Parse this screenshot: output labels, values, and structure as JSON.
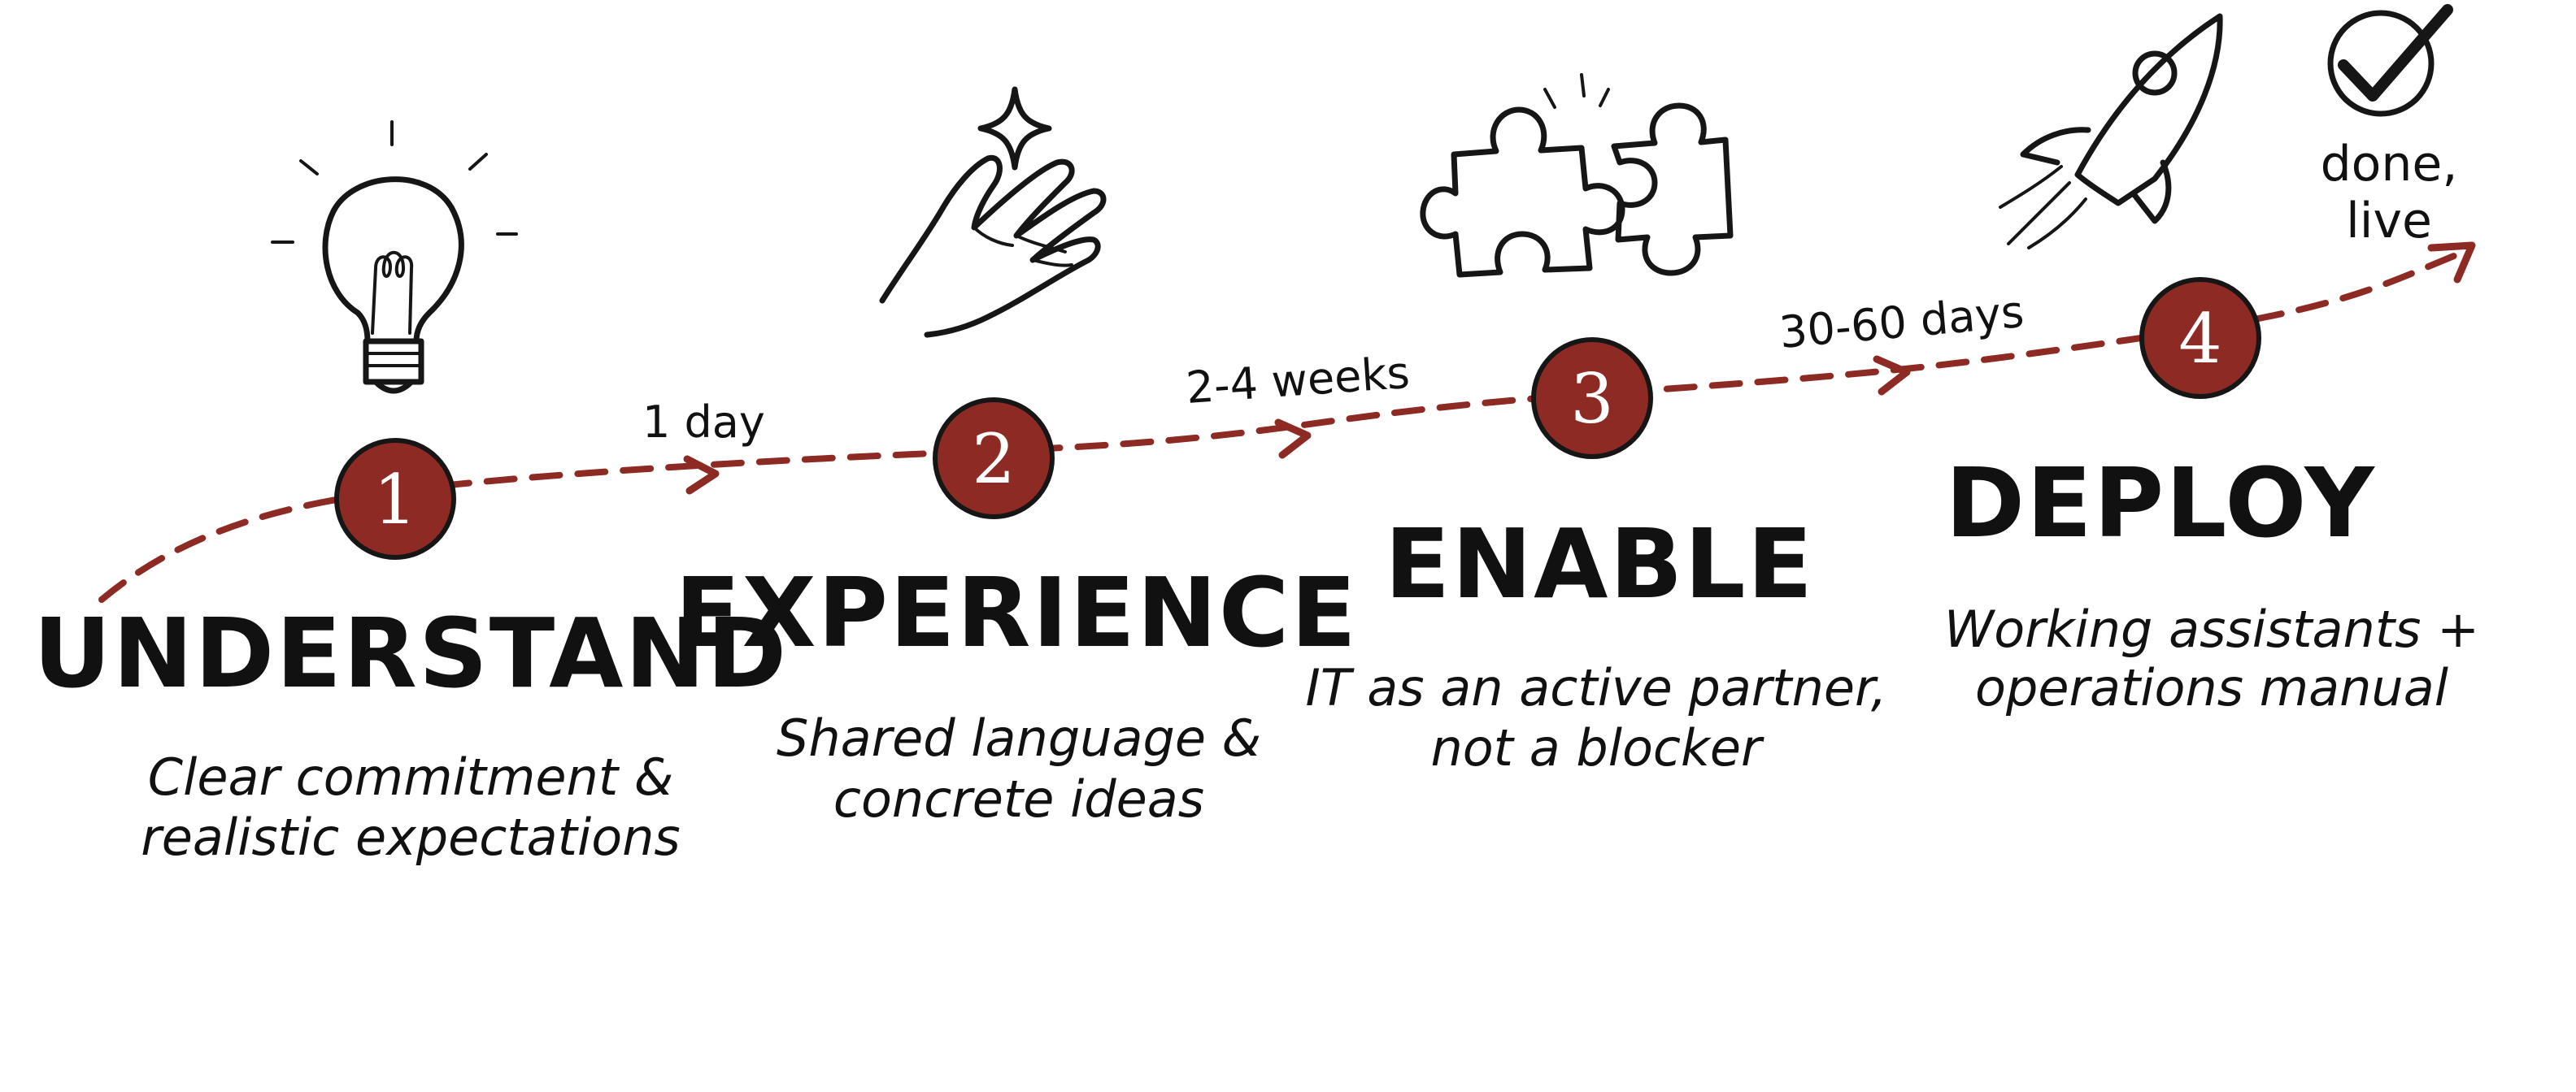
{
  "accent_color": "#8e2a24",
  "ink_color": "#161616",
  "steps": [
    {
      "number": "1",
      "title": "UNDERSTAND",
      "desc_line1": "Clear commitment &",
      "desc_line2": "realistic expectations",
      "icon": "lightbulb-icon"
    },
    {
      "number": "2",
      "title": "EXPERIENCE",
      "desc_line1": "Shared language &",
      "desc_line2": "concrete ideas",
      "icon": "hand-sparkle-icon"
    },
    {
      "number": "3",
      "title": "ENABLE",
      "desc_line1": "IT as an active partner,",
      "desc_line2": "not a blocker",
      "icon": "puzzle-pieces-icon"
    },
    {
      "number": "4",
      "title": "DEPLOY",
      "desc_line1": "Working assistants +",
      "desc_line2": "operations manual",
      "icon": "rocket-icon"
    }
  ],
  "durations": [
    "1 day",
    "2-4 weeks",
    "30-60 days"
  ],
  "end_marker": {
    "line1": "done,",
    "line2": "live",
    "icon": "checkmark-circle-icon"
  }
}
